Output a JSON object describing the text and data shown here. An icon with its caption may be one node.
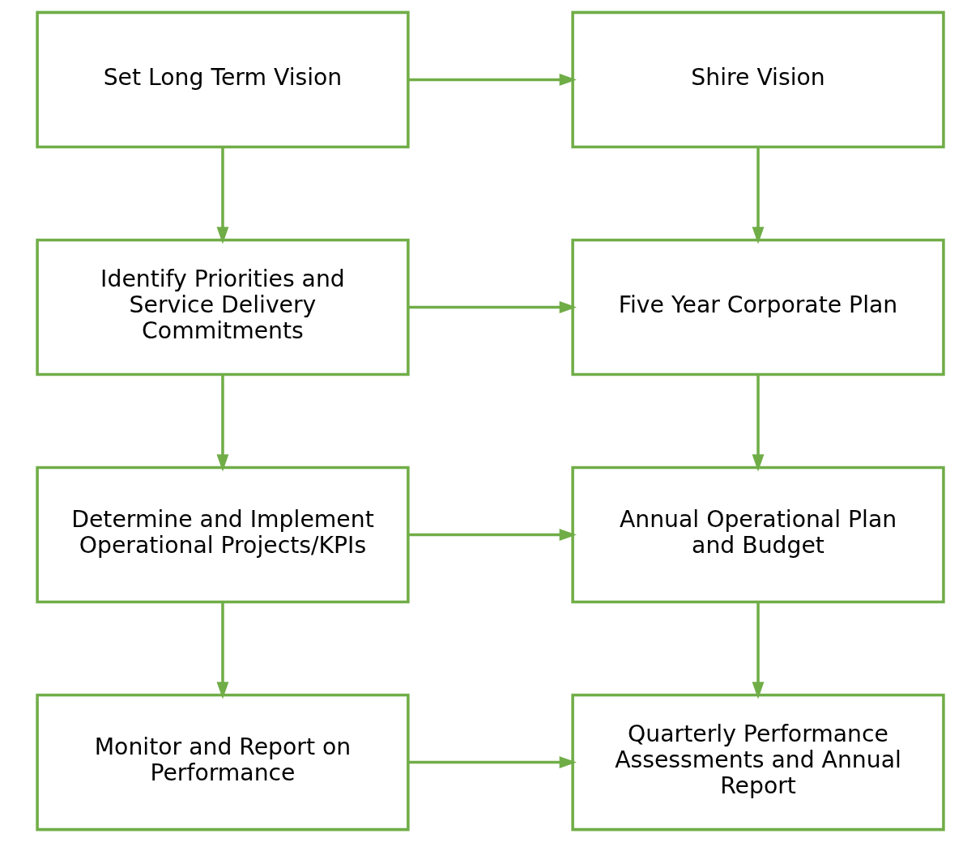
{
  "diagram": {
    "nodes": [
      {
        "text": [
          "Set Long Term Vision"
        ]
      },
      {
        "text": [
          "Shire Vision"
        ]
      },
      {
        "text": [
          "Identify Priorities and Service Delivery Commitments"
        ]
      },
      {
        "text": [
          "Five Year Corporate Plan"
        ]
      },
      {
        "text": [
          "Determine and Implement Operational Projects/KPIs"
        ]
      },
      {
        "text": [
          "Annual Operational Plan and Budget"
        ]
      },
      {
        "text": [
          "Monitor and Report on Performance"
        ]
      },
      {
        "text": [
          "Quarterly Performance Assessments and Annual Report"
        ]
      }
    ],
    "edges": [
      {
        "from": 0,
        "to": 1,
        "arrow": "to"
      },
      {
        "from": 0,
        "to": 2,
        "arrow": "to"
      },
      {
        "from": 1,
        "to": 3,
        "arrow": "to"
      },
      {
        "from": 2,
        "to": 3,
        "arrow": "to"
      },
      {
        "from": 2,
        "to": 4,
        "arrow": "to"
      },
      {
        "from": 3,
        "to": 5,
        "arrow": "to"
      },
      {
        "from": 4,
        "to": 5,
        "arrow": "to"
      },
      {
        "from": 4,
        "to": 6,
        "arrow": "to"
      },
      {
        "from": 5,
        "to": 7,
        "arrow": "to"
      },
      {
        "from": 6,
        "to": 7,
        "arrow": "to"
      }
    ]
  }
}
